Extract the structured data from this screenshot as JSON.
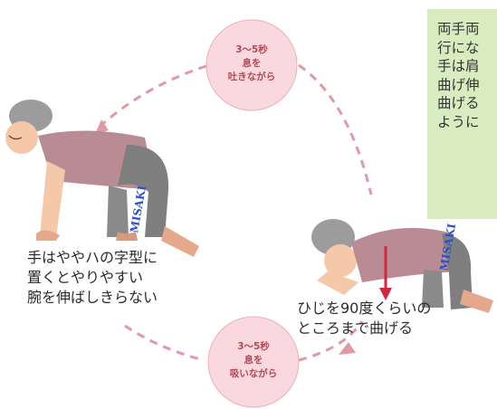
{
  "note_box": {
    "lines": [
      "両手両",
      "行にな",
      "手は肩",
      "曲げ伸",
      "曲げる",
      "ように"
    ]
  },
  "steps": {
    "exhale": {
      "lines": [
        "3〜5秒",
        "息を",
        "吐きながら"
      ]
    },
    "inhale": {
      "lines": [
        "3〜5秒",
        "息を",
        "吸いながら"
      ]
    }
  },
  "captions": {
    "left": {
      "lines": [
        "手はややハの字型に",
        "置くとやりやすい",
        "腕を伸ばしきらない"
      ]
    },
    "right": {
      "lines": [
        "ひじを90度くらいの",
        "ところまで曲げる"
      ]
    }
  },
  "watermark": "MISAKI",
  "colors": {
    "circle": "#f9d9df",
    "circle_border": "#eab0b9",
    "dashed_arrow": "#e09aa3",
    "step_text": "#b34a54",
    "note_bg": "#d9ecbf",
    "bend_arrow": "#d1263b"
  }
}
